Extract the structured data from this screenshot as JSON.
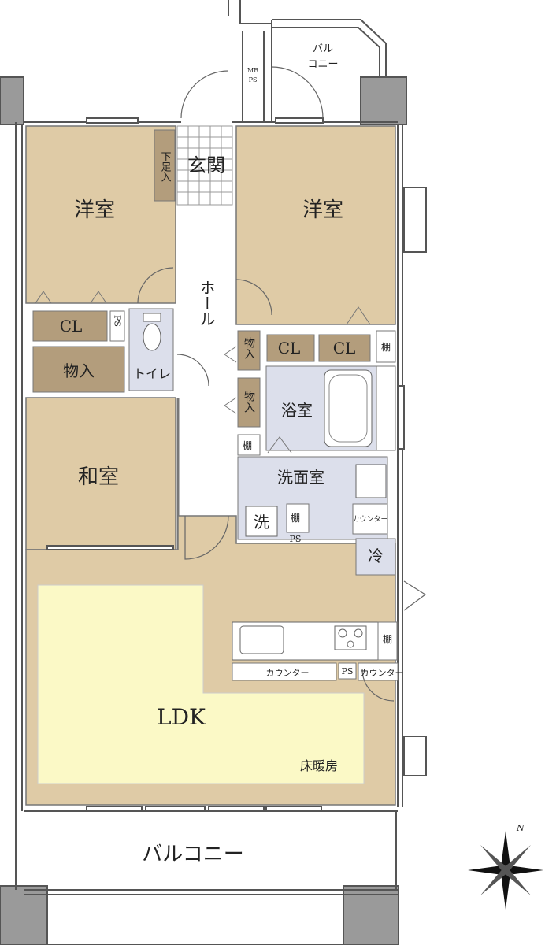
{
  "colors": {
    "room": "#dfcba6",
    "storage": "#b39d7c",
    "wet": "#dcdfeb",
    "floor_heating": "#fbf9c6",
    "wall": "#9a9a9a",
    "line": "#555555"
  },
  "rooms": {
    "western_1": "洋室",
    "western_2": "洋室",
    "entrance": "玄関",
    "shoe_box": "下足入",
    "hall": "ホール",
    "cl_left": "CL",
    "ps_left": "PS",
    "storage_left": "物入",
    "toilet": "トイレ",
    "storage_mid_1": "物入",
    "storage_mid_2": "物入",
    "cl_right_1": "CL",
    "cl_right_2": "CL",
    "shelf_right": "棚",
    "bath": "浴室",
    "shelf_small": "棚",
    "japanese": "和室",
    "washroom": "洗面室",
    "washer": "洗",
    "shelf_wash": "棚",
    "ps_wash": "PS",
    "counter_wash": "カウンター",
    "fridge": "冷",
    "ldk": "LDK",
    "counter_kitchen": "カウンター",
    "ps_kitchen": "PS",
    "counter_kitchen_2": "カウンター",
    "shelf_kitchen": "棚",
    "floor_heating": "床暖房",
    "balcony_main": "バルコニー",
    "balcony_top": "バル\nコニー",
    "mb_ps": "MB\nPS",
    "north": "N"
  }
}
